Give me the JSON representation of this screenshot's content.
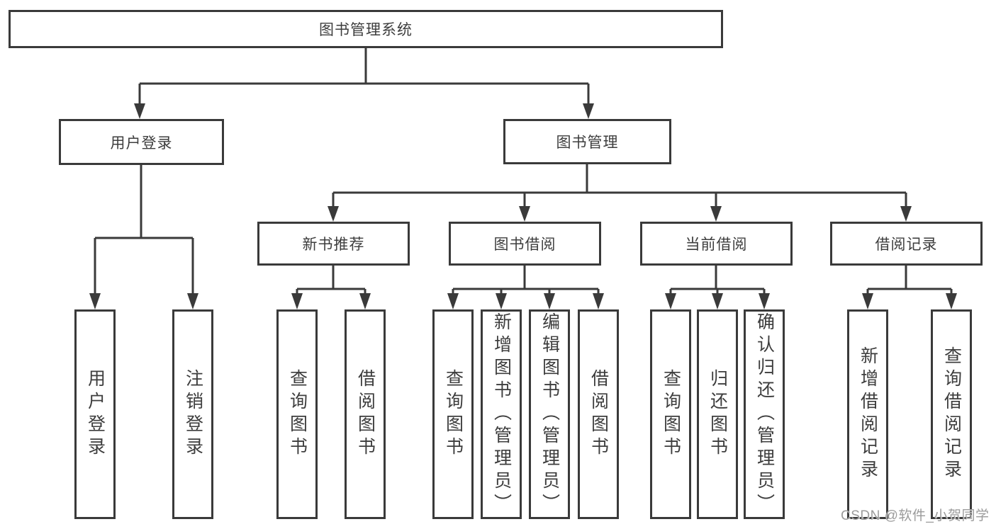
{
  "tree": {
    "root": {
      "label": "图书管理系统"
    },
    "branches": [
      {
        "label": "用户登录",
        "children": [
          {
            "label": "用户登录"
          },
          {
            "label": "注销登录"
          }
        ]
      },
      {
        "label": "图书管理",
        "children": [
          {
            "label": "新书推荐",
            "children": [
              {
                "label": "查询图书"
              },
              {
                "label": "借阅图书"
              }
            ]
          },
          {
            "label": "图书借阅",
            "children": [
              {
                "label": "查询图书"
              },
              {
                "label": "新增图书（管理员）"
              },
              {
                "label": "编辑图书（管理员）"
              },
              {
                "label": "借阅图书"
              }
            ]
          },
          {
            "label": "当前借阅",
            "children": [
              {
                "label": "查询图书"
              },
              {
                "label": "归还图书"
              },
              {
                "label": "确认归还（管理员）"
              }
            ]
          },
          {
            "label": "借阅记录",
            "children": [
              {
                "label": "新增借阅记录"
              },
              {
                "label": "查询借阅记录"
              }
            ]
          }
        ]
      }
    ]
  },
  "watermark": {
    "text": "CSDN @软件_小贺同学"
  },
  "colors": {
    "line": "#3a3a3a",
    "box_border": "#3a3a3a",
    "text": "#3d3d3d",
    "watermark": "#9b9b9b",
    "background": "#ffffff"
  }
}
